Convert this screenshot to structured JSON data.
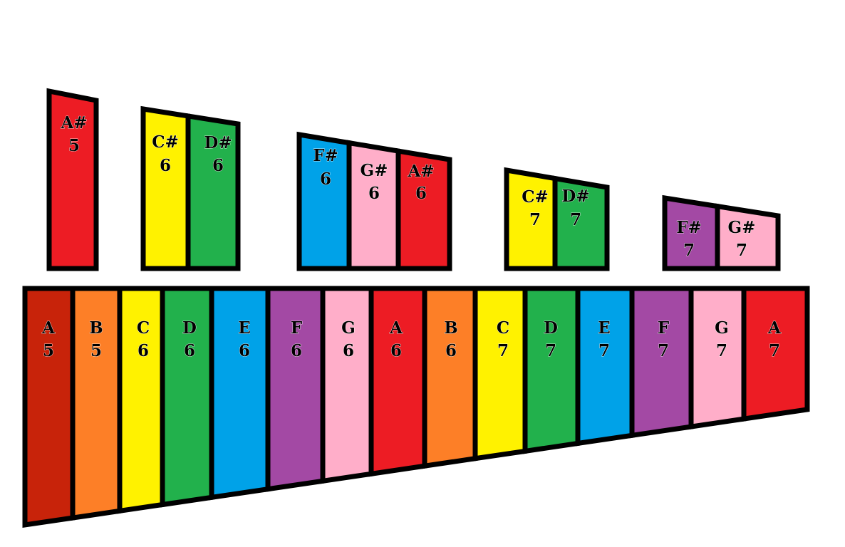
{
  "colors": {
    "dark-red": "#c8230a",
    "orange": "#fd7f27",
    "yellow": "#fff200",
    "green": "#22b14c",
    "blue": "#00a2e8",
    "purple": "#a349a4",
    "pink": "#ffaec9",
    "red": "#ed1c24",
    "outline": "#000000"
  },
  "natural_bars": [
    {
      "note": "A",
      "octave": "5",
      "color": "dark-red"
    },
    {
      "note": "B",
      "octave": "5",
      "color": "orange"
    },
    {
      "note": "C",
      "octave": "6",
      "color": "yellow"
    },
    {
      "note": "D",
      "octave": "6",
      "color": "green"
    },
    {
      "note": "E",
      "octave": "6",
      "color": "blue"
    },
    {
      "note": "F",
      "octave": "6",
      "color": "purple"
    },
    {
      "note": "G",
      "octave": "6",
      "color": "pink"
    },
    {
      "note": "A",
      "octave": "6",
      "color": "red"
    },
    {
      "note": "B",
      "octave": "6",
      "color": "orange"
    },
    {
      "note": "C",
      "octave": "7",
      "color": "yellow"
    },
    {
      "note": "D",
      "octave": "7",
      "color": "green"
    },
    {
      "note": "E",
      "octave": "7",
      "color": "blue"
    },
    {
      "note": "F",
      "octave": "7",
      "color": "purple"
    },
    {
      "note": "G",
      "octave": "7",
      "color": "pink"
    },
    {
      "note": "A",
      "octave": "7",
      "color": "red"
    }
  ],
  "sharp_groups": [
    {
      "bars": [
        {
          "note": "A#",
          "octave": "5",
          "color": "red"
        }
      ]
    },
    {
      "bars": [
        {
          "note": "C#",
          "octave": "6",
          "color": "yellow"
        },
        {
          "note": "D#",
          "octave": "6",
          "color": "green"
        }
      ]
    },
    {
      "bars": [
        {
          "note": "F#",
          "octave": "6",
          "color": "blue"
        },
        {
          "note": "G#",
          "octave": "6",
          "color": "pink"
        },
        {
          "note": "A#",
          "octave": "6",
          "color": "red"
        }
      ]
    },
    {
      "bars": [
        {
          "note": "C#",
          "octave": "7",
          "color": "yellow"
        },
        {
          "note": "D#",
          "octave": "7",
          "color": "green"
        }
      ]
    },
    {
      "bars": [
        {
          "note": "F#",
          "octave": "7",
          "color": "purple"
        },
        {
          "note": "G#",
          "octave": "7",
          "color": "pink"
        }
      ]
    }
  ]
}
